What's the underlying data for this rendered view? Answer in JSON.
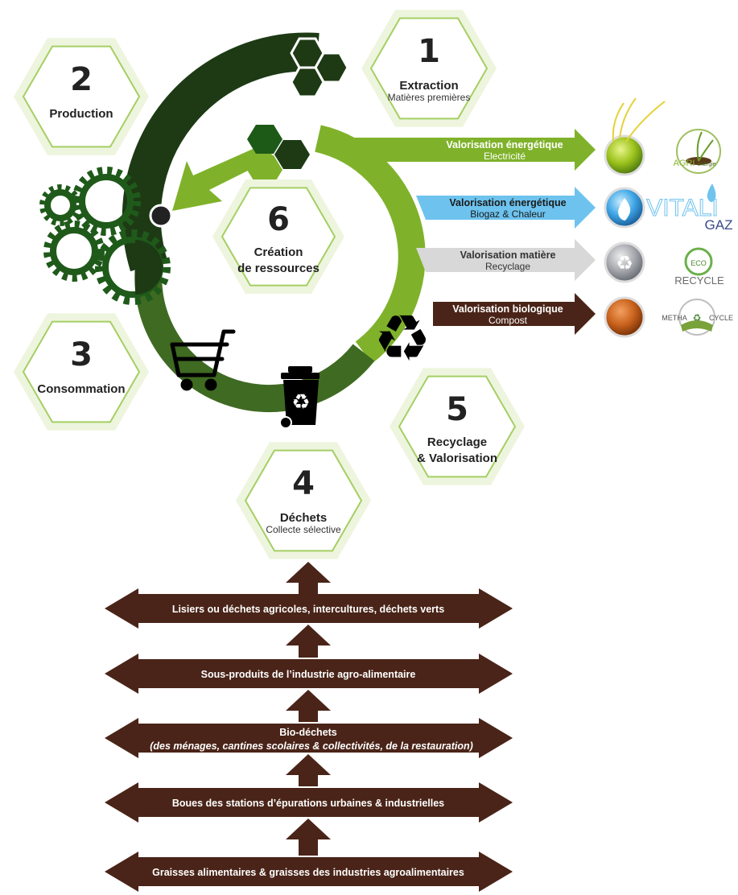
{
  "colors": {
    "dark_green": "#1d3a14",
    "mid_green": "#3f6a22",
    "light_green": "#7fb22a",
    "blue": "#6dc3ee",
    "grey": "#d8d8d8",
    "brown": "#4a2418",
    "hex_border": "#a4cf63",
    "hex_shadow": "#eef5de"
  },
  "steps": [
    {
      "number": "1",
      "title": "Extraction",
      "subtitle": "Matières premières"
    },
    {
      "number": "2",
      "title": "Production",
      "subtitle": ""
    },
    {
      "number": "3",
      "title": "Consommation",
      "subtitle": ""
    },
    {
      "number": "4",
      "title": "Déchets",
      "subtitle": "Collecte sélective"
    },
    {
      "number": "5",
      "title": "Recyclage",
      "title2": "& Valorisation"
    },
    {
      "number": "6",
      "title": "Création",
      "title2": "de ressources"
    }
  ],
  "valorisations": [
    {
      "title": "Valorisation énergétique",
      "subtitle": "Electricité",
      "color": "#7fb22a",
      "text_color": "#ffffff",
      "logo": "AGRI ENERGIE"
    },
    {
      "title": "Valorisation énergétique",
      "subtitle": "Biogaz & Chaleur",
      "color": "#6dc3ee",
      "text_color": "#1a1a1a",
      "logo": "VITALI GAZ"
    },
    {
      "title": "Valorisation matière",
      "subtitle": "Recyclage",
      "color": "#d8d8d8",
      "text_color": "#333333",
      "logo": "RECYCLE"
    },
    {
      "title": "Valorisation biologique",
      "subtitle": "Compost",
      "color": "#4a2418",
      "text_color": "#ffffff",
      "logo": "METHA CYCLE"
    }
  ],
  "inputs": [
    {
      "line1": "Lisiers ou déchets agricoles, intercultures, déchets verts"
    },
    {
      "line1": "Sous-produits de l’industrie agro-alimentaire"
    },
    {
      "line1": "Bio-déchets",
      "line2": "(des ménages, cantines scolaires & collectivités, de la restauration)"
    },
    {
      "line1": "Boues des stations d’épurations urbaines & industrielles"
    },
    {
      "line1": "Graisses alimentaires & graisses des industries agroalimentaires"
    }
  ],
  "icons": [
    "gears-icon",
    "shopping-cart-icon",
    "recycling-bin-icon",
    "recycle-icon",
    "hexagon-cluster-icon"
  ]
}
